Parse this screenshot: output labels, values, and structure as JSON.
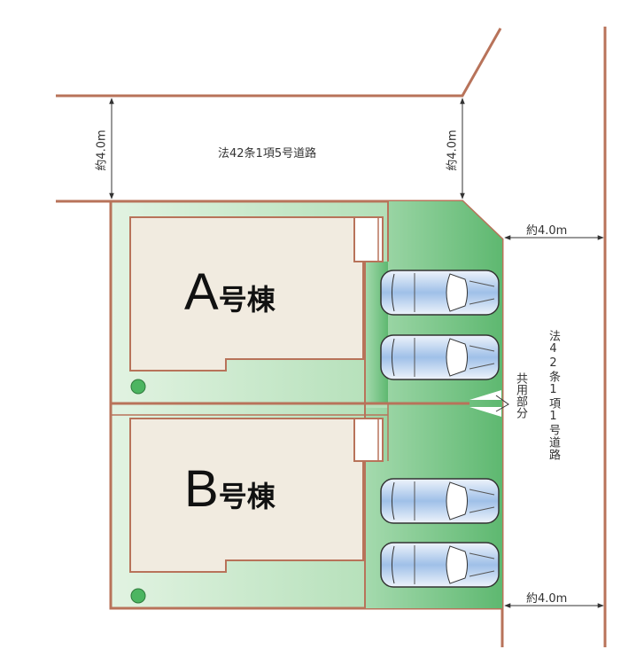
{
  "top_road": {
    "label": "法42条1項5号道路",
    "width_left": "約4.0m",
    "width_right": "約4.0m"
  },
  "side_road": {
    "label": "法42条1項1号道路",
    "width_top": "約4.0m",
    "width_bottom": "約4.0m"
  },
  "common_area": {
    "label": "共用部分"
  },
  "buildings": [
    {
      "letter": "A",
      "suffix": "号棟"
    },
    {
      "letter": "B",
      "suffix": "号棟"
    }
  ],
  "colors": {
    "boundary": "#b8735a",
    "lawn_light": "#d9efd9",
    "lawn_dark": "#6fc07f",
    "building": "#f1ebe0"
  }
}
